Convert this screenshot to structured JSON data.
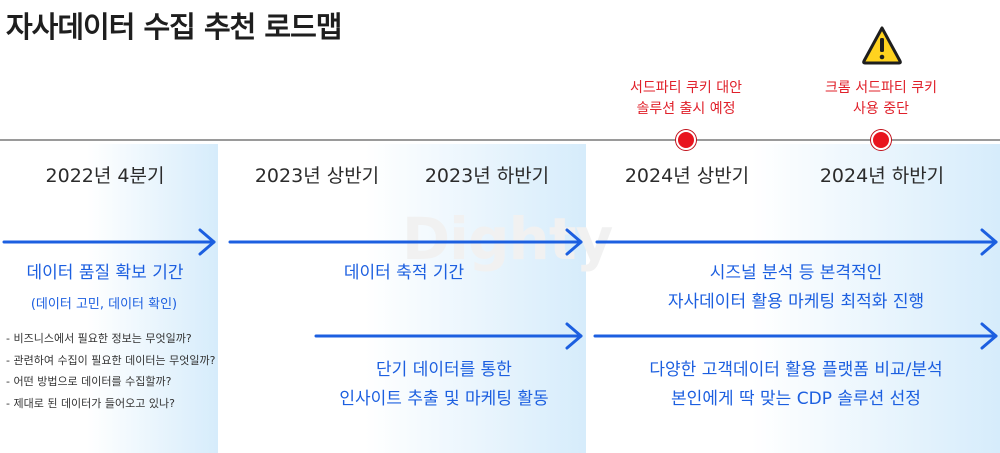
{
  "title": "자사데이터 수집 추천 로드맵",
  "watermark": "Dighty",
  "periods": [
    "2022년 4분기",
    "2023년 상반기",
    "2023년 하반기",
    "2024년 상반기",
    "2024년 하반기"
  ],
  "events": [
    {
      "line1": "서드파티 쿠키 대안",
      "line2": "솔루션 출시 예정",
      "warning": false
    },
    {
      "line1": "크롬 서드파티 쿠키",
      "line2": "사용 중단",
      "warning": true
    }
  ],
  "phase1": {
    "title": "데이터 품질 확보 기간",
    "subtitle": "(데이터 고민, 데이터 확인)",
    "questions": [
      "- 비즈니스에서 필요한 정보는 무엇일까?",
      "- 관련하여 수집이 필요한 데이터는 무엇일까?",
      "- 어떤 방법으로 데이터를 수집할까?",
      "- 제대로 된 데이터가 들어오고 있나?"
    ]
  },
  "phase2": {
    "title": "데이터 축적 기간",
    "activity_line1": "단기 데이터를 통한",
    "activity_line2": "인사이트 추출 및 마케팅 활동"
  },
  "phase3": {
    "line1": "시즈널 분석 등 본격적인",
    "line2": "자사데이터 활용 마케팅 최적화 진행",
    "line3": "다양한 고객데이터 활용 플랫폼 비교/분석",
    "line4": "본인에게 딱 맞는 CDP 솔루션 선정"
  },
  "colors": {
    "accent_blue": "#1c5fe0",
    "event_red": "#e0202a",
    "phase_shade": "#d6ecfb",
    "warning_yellow": "#ffd21f"
  }
}
